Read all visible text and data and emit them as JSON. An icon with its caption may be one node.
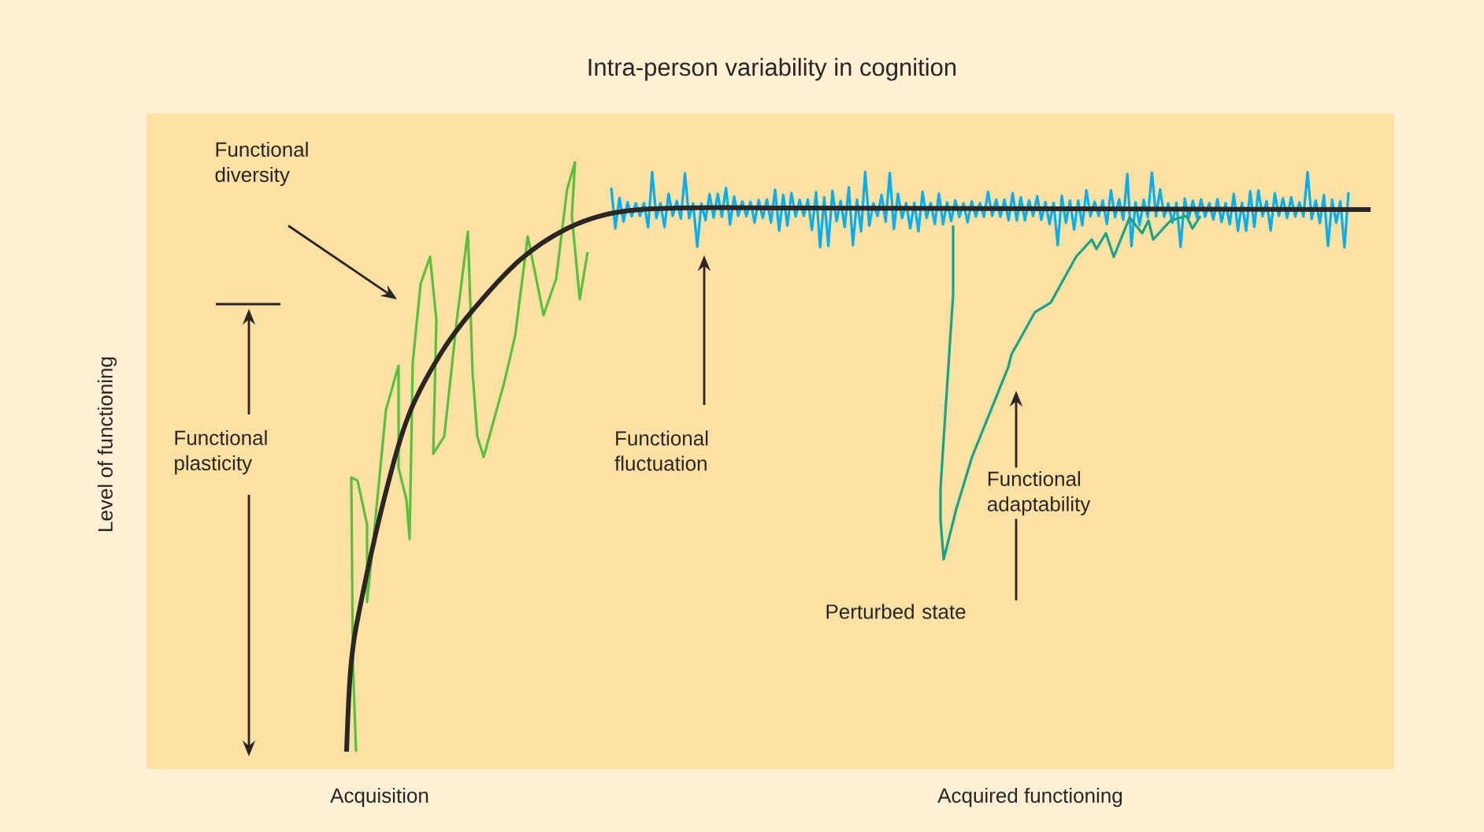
{
  "diagram": {
    "title": "Intra-person variability in cognition",
    "nodes": [
      {
        "text": [
          "Functional diversity"
        ]
      },
      {
        "text": [
          "Functional fluctuation"
        ]
      },
      {
        "text": [
          "Functional adaptability"
        ]
      },
      {
        "text": [
          "Perturbed state"
        ]
      }
    ],
    "edges": [
      {
        "from": 0,
        "to": null,
        "arrow": "to"
      },
      {
        "from": 1,
        "to": null,
        "arrow": "to"
      },
      {
        "from": 3,
        "to": 2,
        "arrow": "none"
      },
      {
        "from": 2,
        "to": null,
        "arrow": "to"
      }
    ],
    "labels": [
      "Functional plasticity",
      "Level of functioning",
      "Acquisition",
      "Acquired functioning"
    ]
  }
}
